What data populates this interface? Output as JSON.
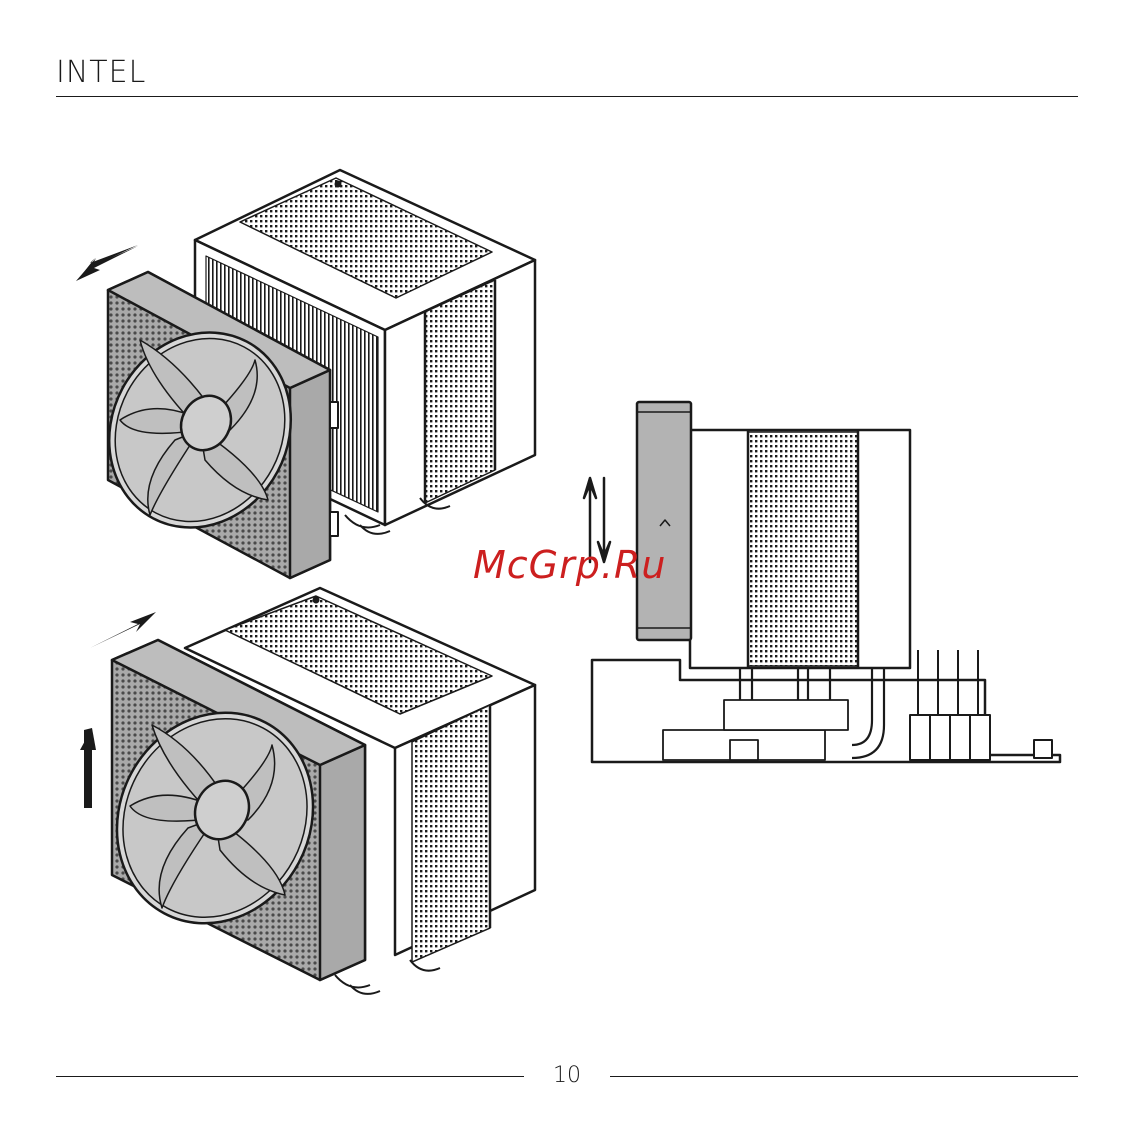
{
  "header": {
    "title": "INTEL"
  },
  "watermark": {
    "text": "McGrp.Ru",
    "color": "#cc1f1f"
  },
  "footer": {
    "page_number": "10"
  },
  "figures": [
    {
      "id": "fan-removal"
    },
    {
      "id": "fan-installation"
    },
    {
      "id": "fan-height-adjustment"
    }
  ]
}
